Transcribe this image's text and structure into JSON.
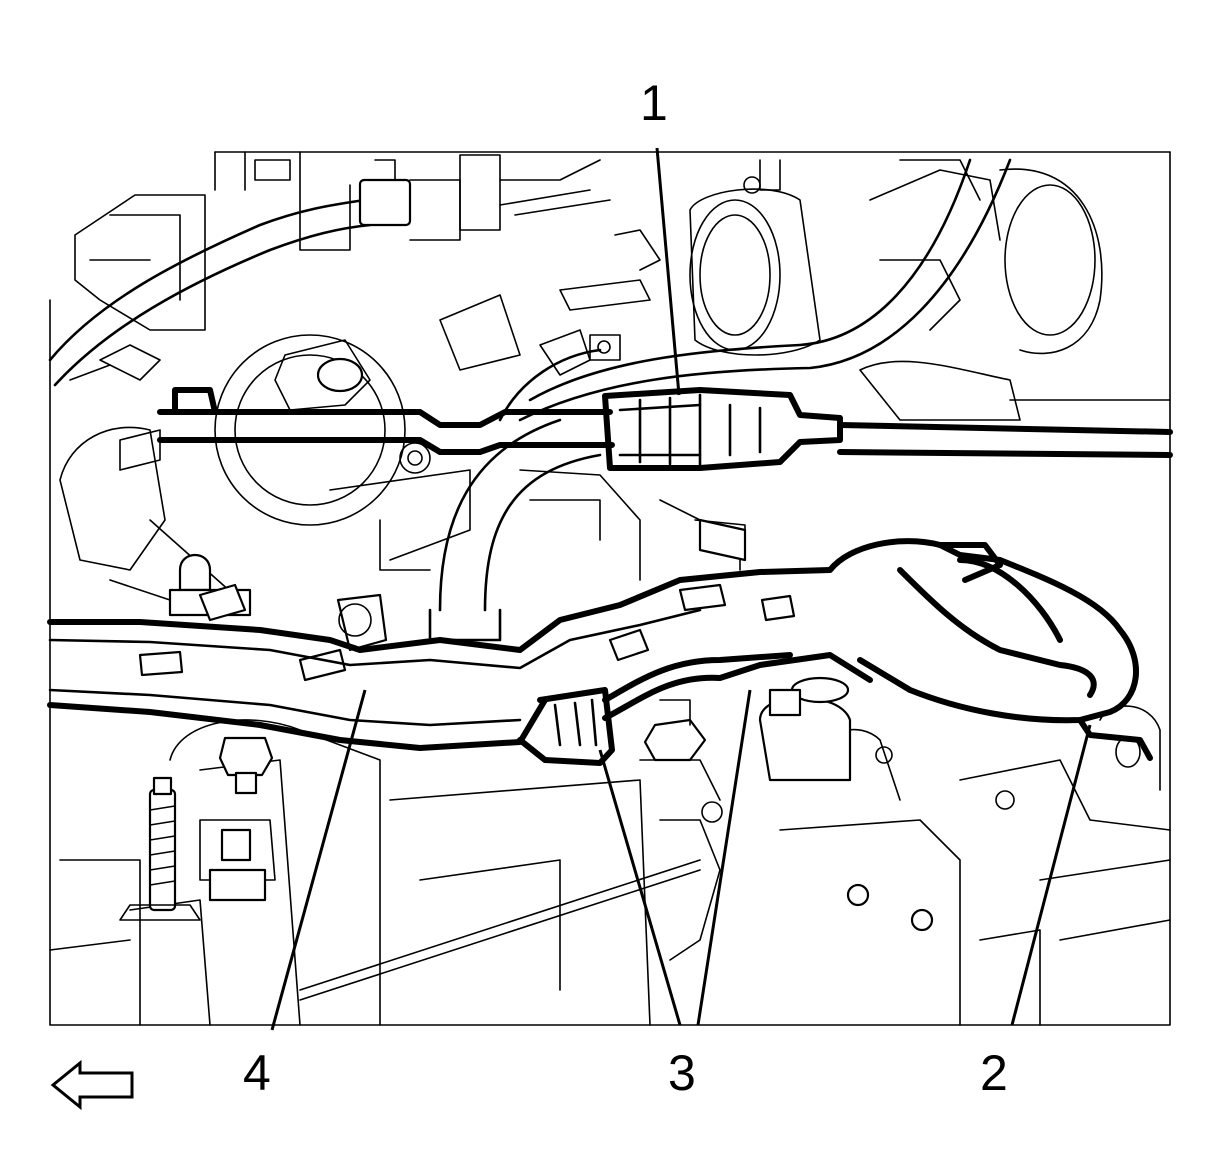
{
  "figure": {
    "callouts": [
      {
        "id": "1",
        "label": "1"
      },
      {
        "id": "2",
        "label": "2"
      },
      {
        "id": "3",
        "label": "3"
      },
      {
        "id": "4",
        "label": "4"
      }
    ],
    "direction_arrow": {
      "icon": "arrow-left-icon",
      "direction": "left"
    }
  }
}
